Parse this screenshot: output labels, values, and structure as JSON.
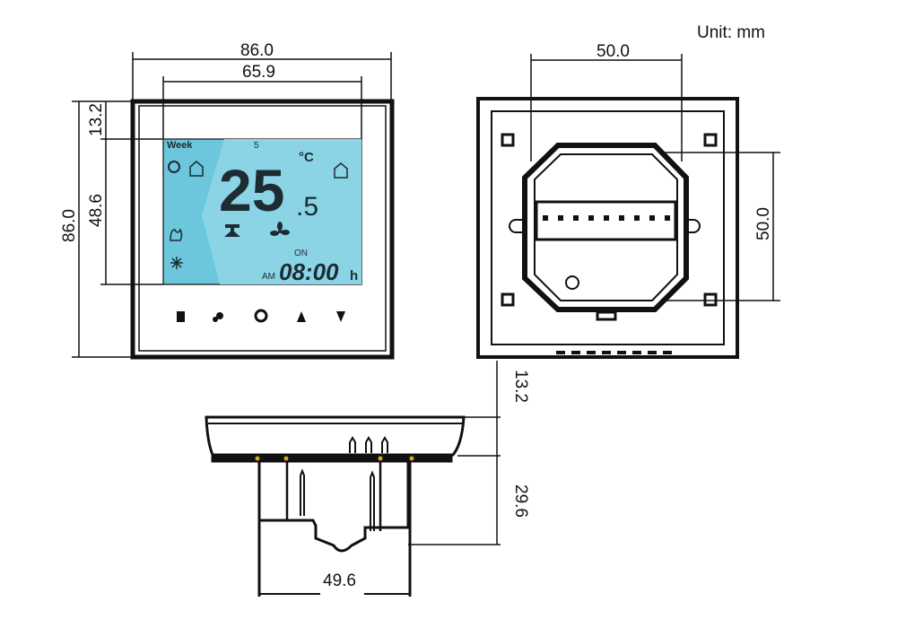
{
  "unit_label": "Unit: mm",
  "front_view": {
    "width_outer": "86.0",
    "width_screen": "65.9",
    "height_outer": "86.0",
    "top_margin": "13.2",
    "screen_height": "48.6",
    "lcd": {
      "week_label": "Week",
      "week_day": "5",
      "temperature_main": "25",
      "temperature_decimal": ".5",
      "temperature_unit": "°C",
      "on_label": "ON",
      "am_label": "AM",
      "time": "08:00",
      "time_unit": "h",
      "background_color": "#6cc6dc"
    },
    "buttons": [
      "mode",
      "fan",
      "power",
      "up",
      "down"
    ]
  },
  "back_view": {
    "mount_width": "50.0",
    "mount_height": "50.0"
  },
  "side_view": {
    "panel_depth": "13.2",
    "body_depth": "29.6",
    "body_width": "49.6"
  }
}
